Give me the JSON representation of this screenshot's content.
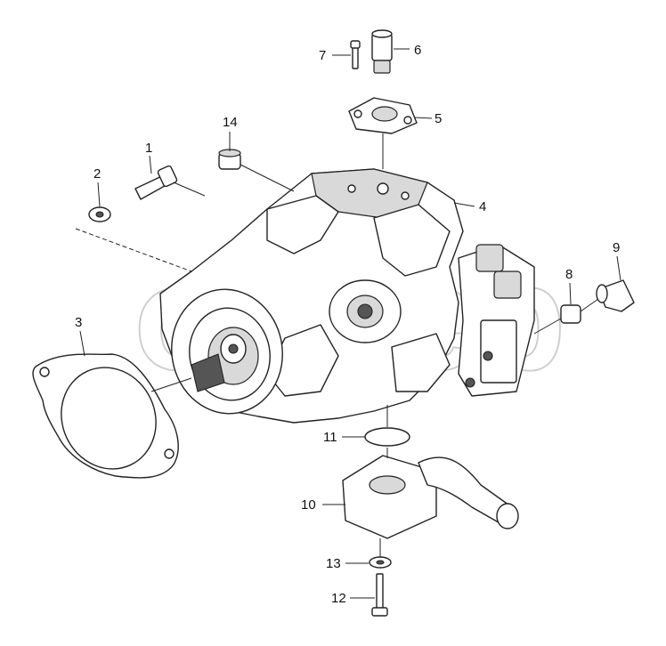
{
  "watermark": "ohneb",
  "callouts": [
    {
      "id": "1",
      "label": "1"
    },
    {
      "id": "2",
      "label": "2"
    },
    {
      "id": "3",
      "label": "3"
    },
    {
      "id": "4",
      "label": "4"
    },
    {
      "id": "5",
      "label": "5"
    },
    {
      "id": "6",
      "label": "6"
    },
    {
      "id": "7",
      "label": "7"
    },
    {
      "id": "8",
      "label": "8"
    },
    {
      "id": "9",
      "label": "9"
    },
    {
      "id": "10",
      "label": "10"
    },
    {
      "id": "11",
      "label": "11"
    },
    {
      "id": "12",
      "label": "12"
    },
    {
      "id": "13",
      "label": "13"
    },
    {
      "id": "14",
      "label": "14"
    }
  ],
  "colors": {
    "line": "#222222",
    "shade": "#d9d9d9",
    "watermark": "#cfcfcf"
  }
}
